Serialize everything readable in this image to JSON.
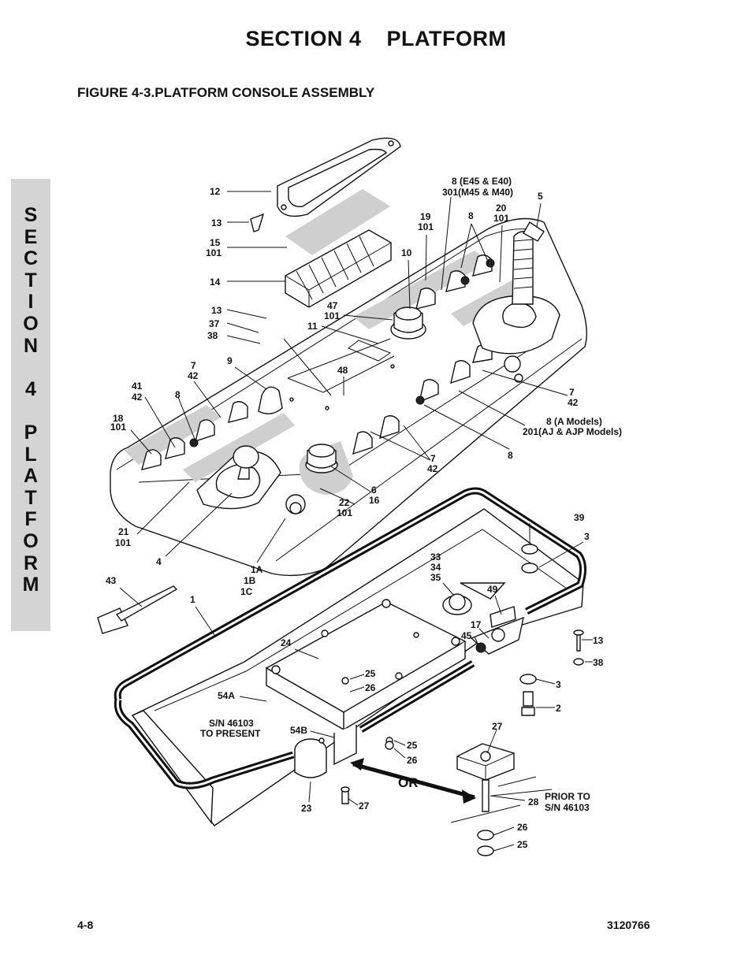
{
  "header": "SECTION 4    PLATFORM",
  "figure_title": "FIGURE 4-3.PLATFORM CONSOLE ASSEMBLY",
  "side_tab": [
    "S",
    "E",
    "C",
    "T",
    "I",
    "O",
    "N",
    " ",
    "4",
    " ",
    "P",
    "L",
    "A",
    "T",
    "F",
    "O",
    "R",
    "M"
  ],
  "footer": {
    "page": "4-8",
    "doc_number": "3120766"
  },
  "callouts": {
    "c12": "12",
    "c13a": "13",
    "c15": "15",
    "c101a": "101",
    "c14": "14",
    "c13b": "13",
    "c37": "37",
    "c38a": "38",
    "c8e": "8 (E45 & E40)",
    "c301": "301(M45 & M40)",
    "c19": "19",
    "c101b": "101",
    "c8b": "8",
    "c20": "20",
    "c101c": "101",
    "c5": "5",
    "c10": "10",
    "c47": "47",
    "c101d": "101",
    "c11": "11",
    "c7a": "7",
    "c42a": "42",
    "c9": "9",
    "c48": "48",
    "c41": "41",
    "c42b": "42",
    "c8c": "8",
    "c18": "18",
    "c101e": "101",
    "c7b": "7",
    "c42c": "42",
    "c8a": "8 (A Models)",
    "c201": "201(AJ & AJP Models)",
    "c8d": "8",
    "c7c": "7",
    "c42d": "42",
    "c6": "6",
    "c16": "16",
    "c22": "22",
    "c101f": "101",
    "c21": "21",
    "c101g": "101",
    "c4": "4",
    "c1a": "1A",
    "c1b": "1B",
    "c1c": "1C",
    "c39": "39",
    "c3a": "3",
    "c43": "43",
    "c1": "1",
    "c33": "33",
    "c34": "34",
    "c35": "35",
    "c49": "49",
    "c17": "17",
    "c45": "45",
    "c13c": "13",
    "c38b": "38",
    "c24": "24",
    "c25a": "25",
    "c26a": "26",
    "c3b": "3",
    "c2": "2",
    "c54a": "54A",
    "c_sn1": "S/N 46103",
    "c_topresent": "TO PRESENT",
    "c54b": "54B",
    "c27a": "27",
    "c25b": "25",
    "c26b": "26",
    "c_or": "OR",
    "c23": "23",
    "c27b": "27",
    "c28": "28",
    "c_prior": "PRIOR TO",
    "c_sn2": "S/N 46103",
    "c26c": "26",
    "c25c": "25"
  }
}
